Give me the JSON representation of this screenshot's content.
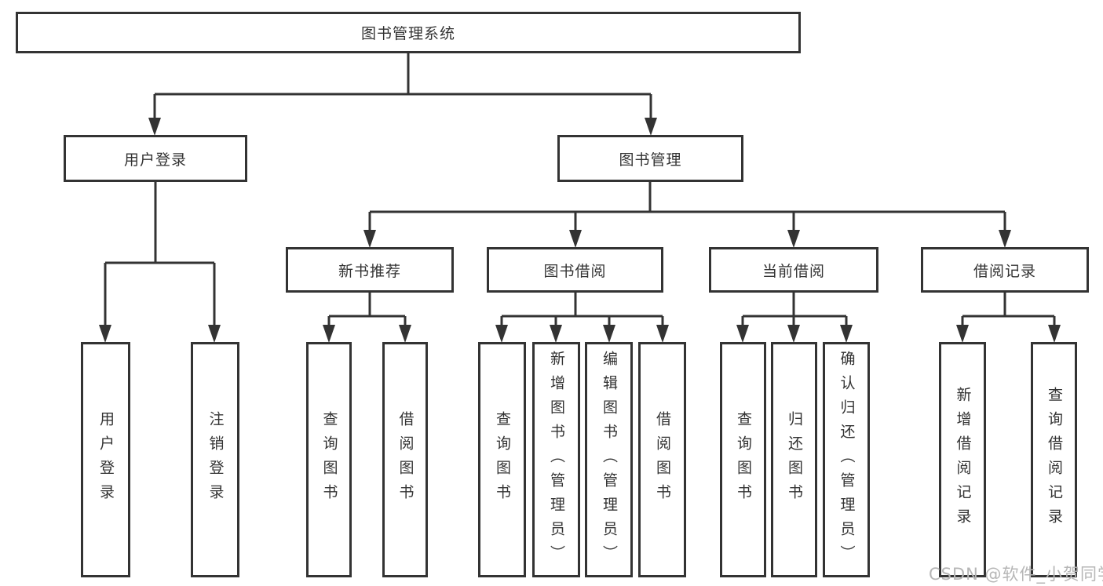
{
  "nodes": {
    "root": {
      "label": "图书管理系统"
    },
    "user_login": {
      "label": "用户登录",
      "children": {
        "login": {
          "label": "用户登录"
        },
        "logout": {
          "label": "注销登录"
        }
      }
    },
    "book_management": {
      "label": "图书管理",
      "children": {
        "new_book_rec": {
          "label": "新书推荐",
          "children": {
            "query_book": {
              "label": "查询图书"
            },
            "borrow_book": {
              "label": "借阅图书"
            }
          }
        },
        "book_borrow": {
          "label": "图书借阅",
          "children": {
            "query_book": {
              "label": "查询图书"
            },
            "add_book": {
              "label": "新增图书（管理员）"
            },
            "edit_book": {
              "label": "编辑图书（管理员）"
            },
            "borrow_book": {
              "label": "借阅图书"
            }
          }
        },
        "current_borrow": {
          "label": "当前借阅",
          "children": {
            "query_book": {
              "label": "查询图书"
            },
            "return_book": {
              "label": "归还图书"
            },
            "confirm_return": {
              "label": "确认归还（管理员）"
            }
          }
        },
        "borrow_record": {
          "label": "借阅记录",
          "children": {
            "add_record": {
              "label": "新增借阅记录"
            },
            "query_record": {
              "label": "查询借阅记录"
            }
          }
        }
      }
    }
  },
  "watermark": {
    "text": "CSDN @软件_小贺同学"
  },
  "colors": {
    "line": "#333333",
    "box_border": "#333333",
    "box_fill": "#ffffff",
    "text": "#333333",
    "watermark": "#b6b6b6",
    "background": "#ffffff"
  }
}
